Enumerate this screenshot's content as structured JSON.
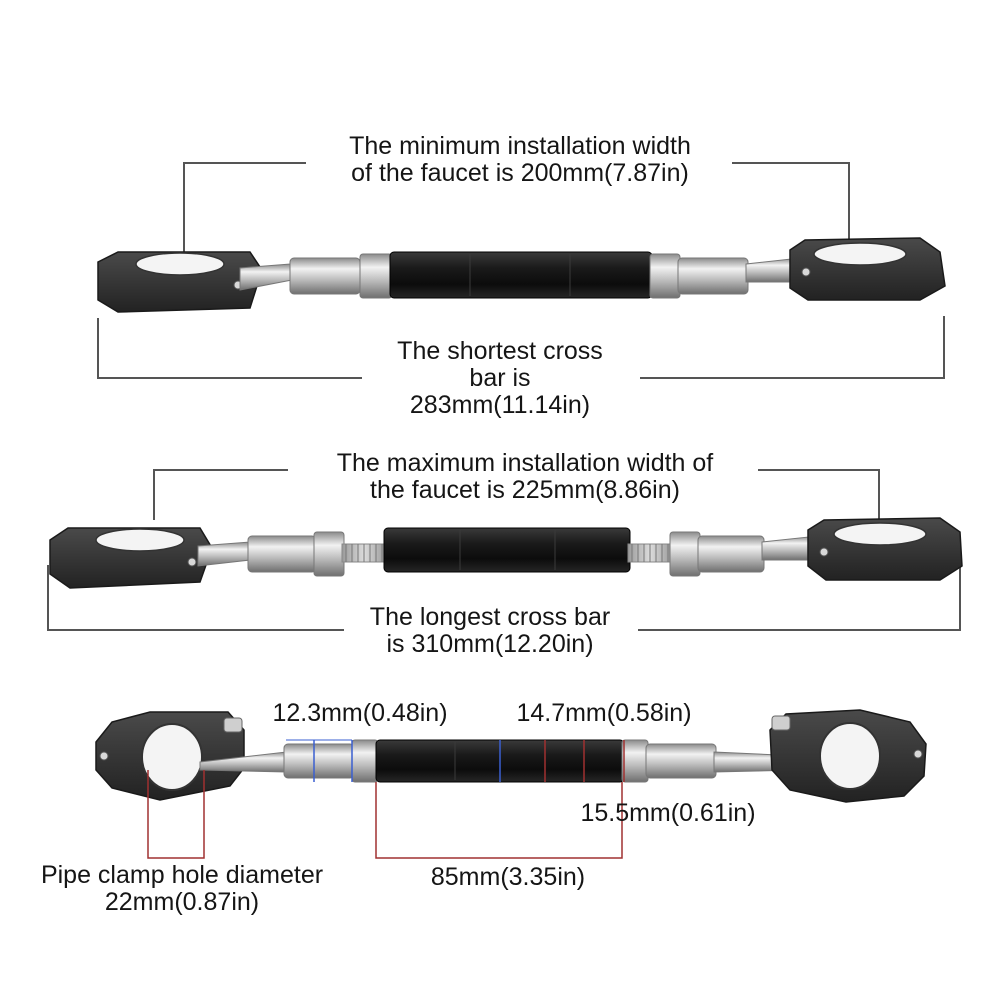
{
  "labels": {
    "min_width_line1": "The minimum installation width",
    "min_width_line2": "of the faucet is 200mm(7.87in)",
    "shortest_line1": "The shortest cross",
    "shortest_line2": "bar is",
    "shortest_line3": "283mm(11.14in)",
    "max_width_line1": "The maximum installation width of",
    "max_width_line2": "the faucet is 225mm(8.86in)",
    "longest_line1": "The longest cross bar",
    "longest_line2": "is 310mm(12.20in)",
    "dim_12_3": "12.3mm(0.48in)",
    "dim_14_7": "14.7mm(0.58in)",
    "dim_15_5": "15.5mm(0.61in)",
    "dim_85": "85mm(3.35in)",
    "clamp_line1": "Pipe clamp hole diameter",
    "clamp_line2": "22mm(0.87in)"
  },
  "colors": {
    "clamp": "#2b2b2b",
    "tube": "#141414",
    "silver": "#c4c4c4",
    "dim_line": "#555555",
    "marker_blue": "#3a5fd0",
    "marker_red": "#a03030"
  }
}
